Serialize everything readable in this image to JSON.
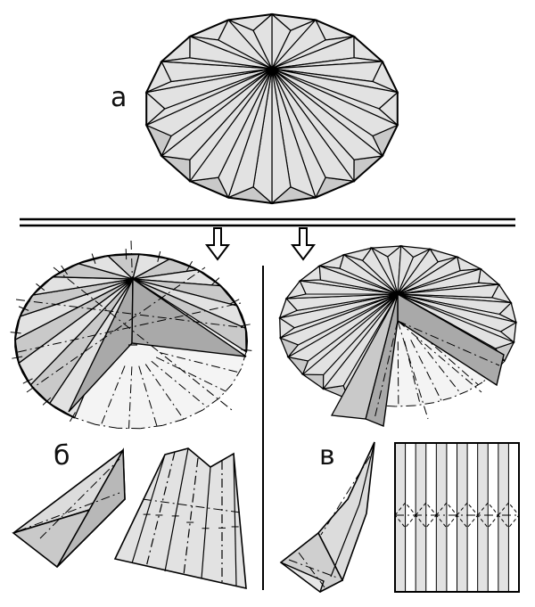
{
  "labels": {
    "a": "а",
    "b": "б",
    "v": "в"
  },
  "colors": {
    "fill_light": "#e2e2e2",
    "fill_mid": "#c9c9c9",
    "fill_dark": "#a9a9a9",
    "fill_pale": "#f4f4f4",
    "stroke": "#000000"
  }
}
